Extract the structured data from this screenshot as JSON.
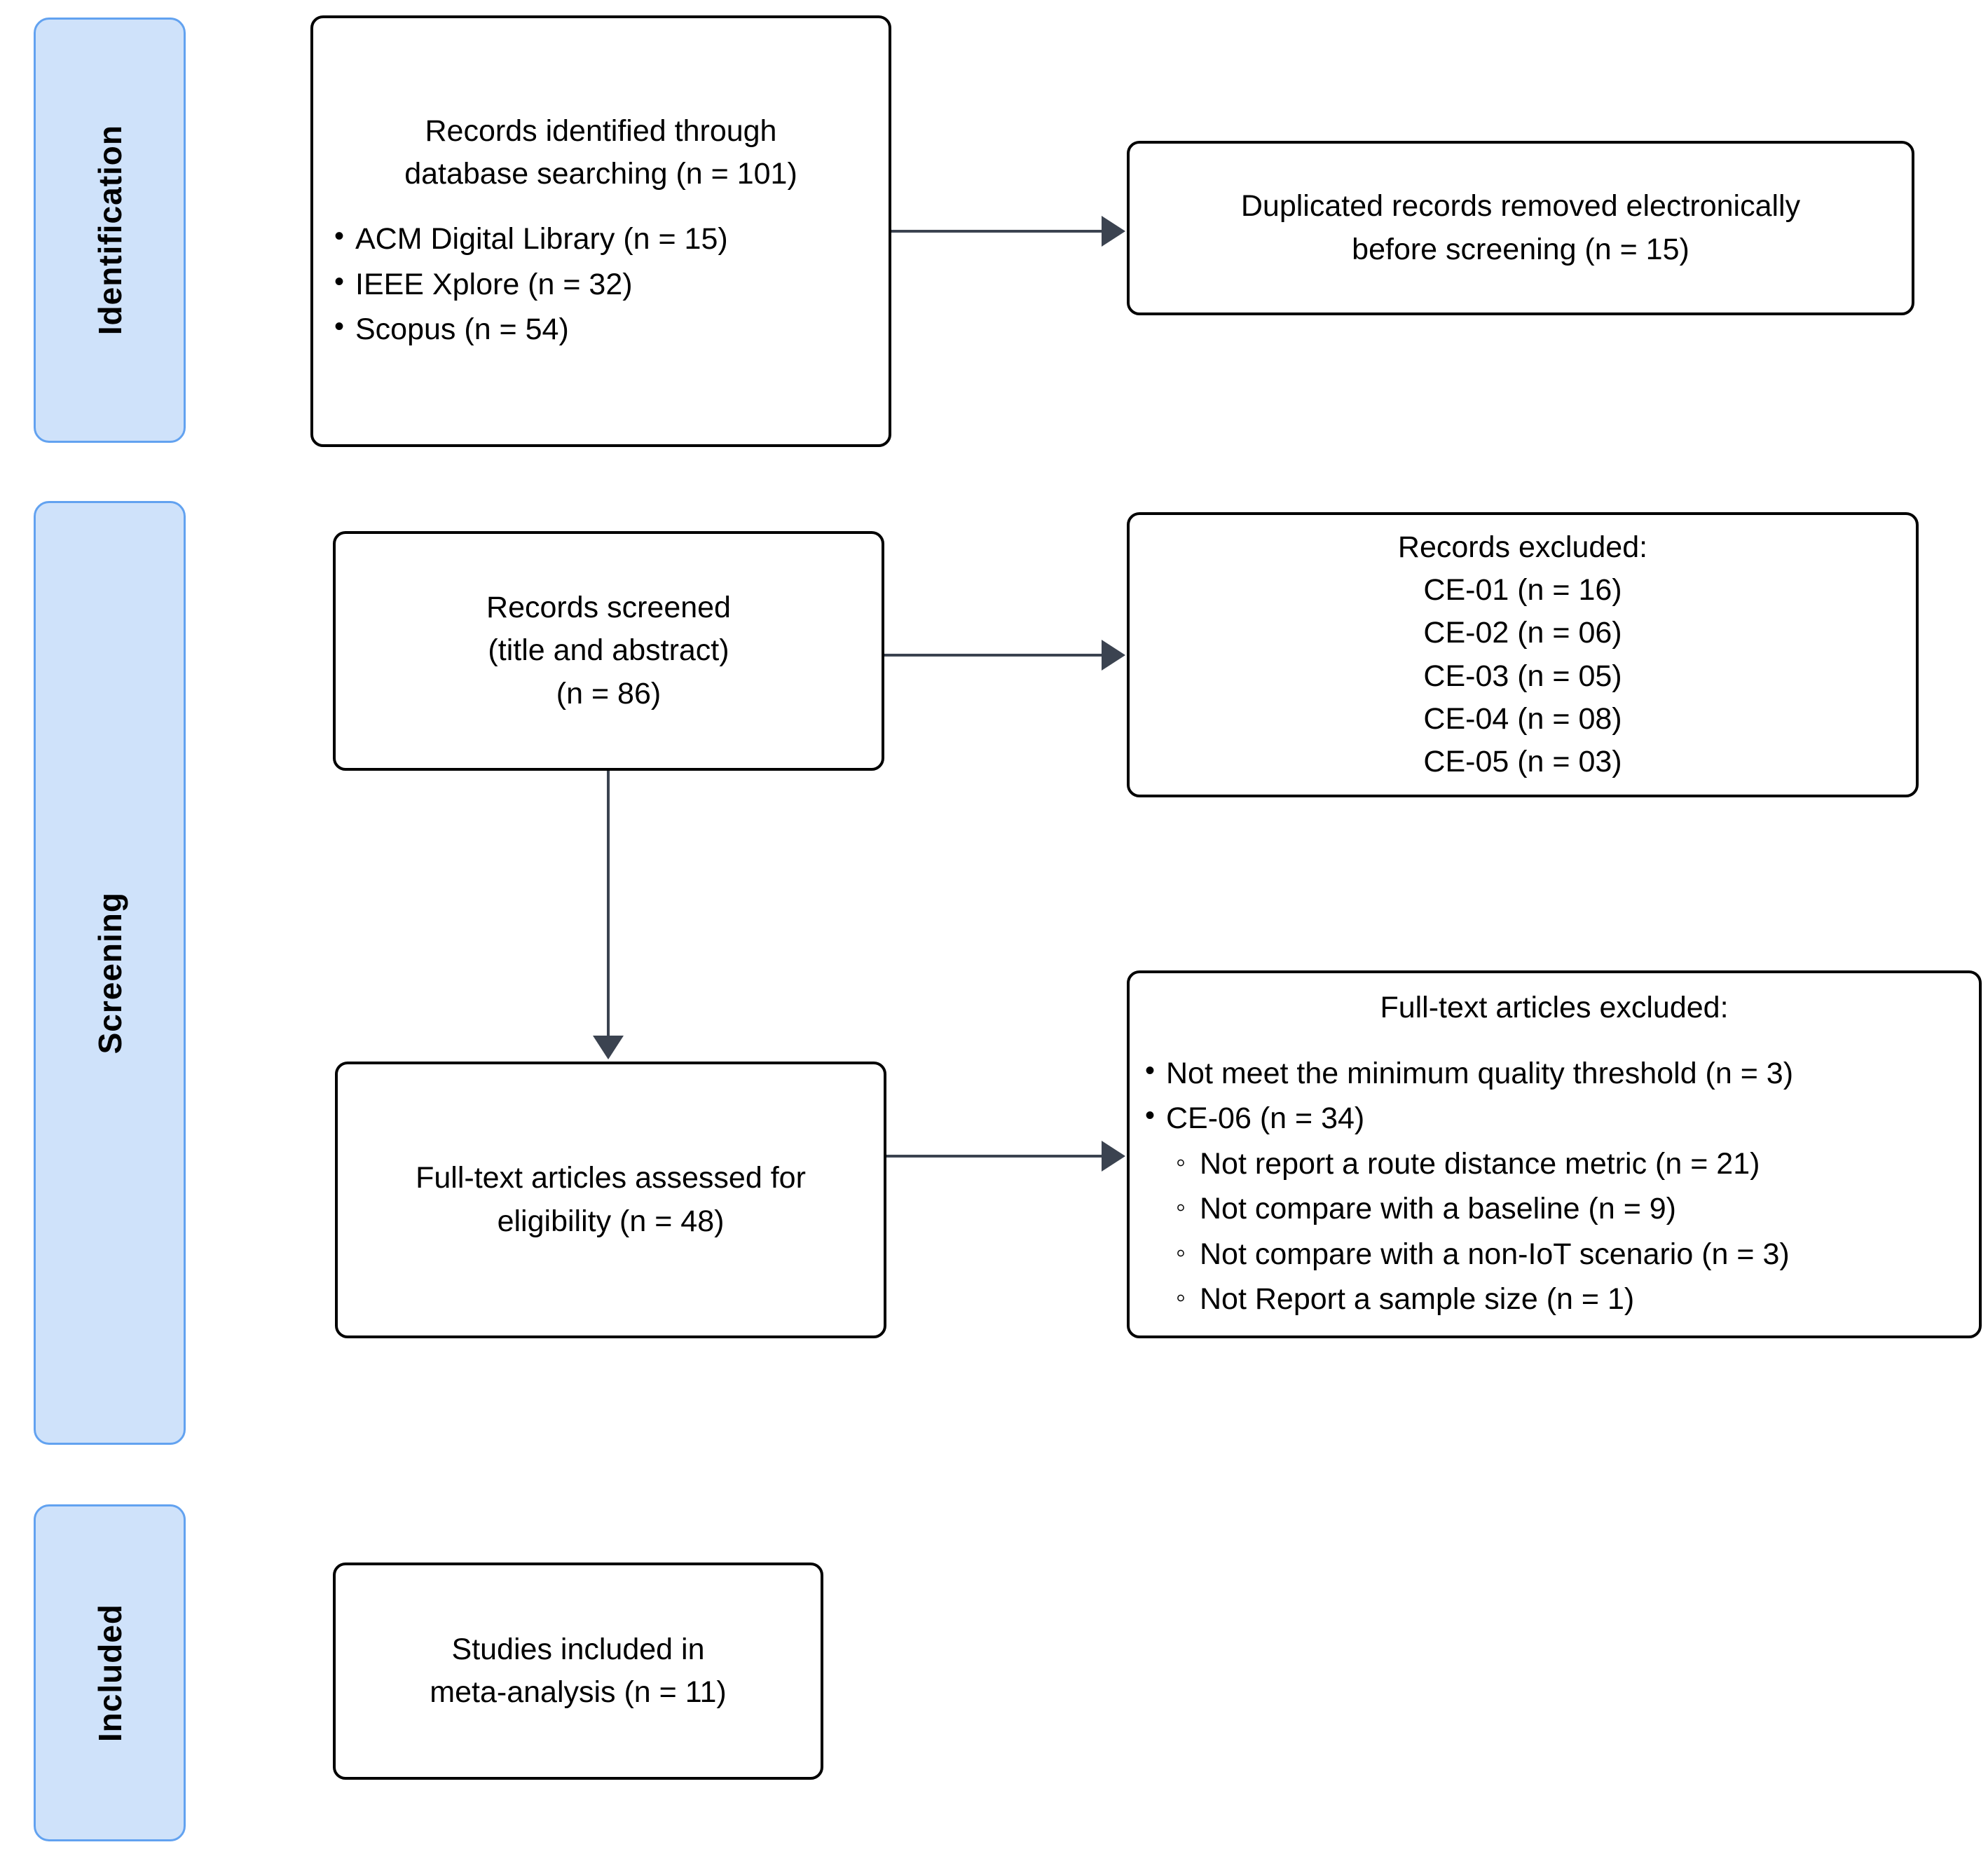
{
  "diagram": {
    "title": "PRISMA flow diagram",
    "accent_blue_fill": "#cfe2fa",
    "accent_blue_border": "#62a2f0",
    "connector_color": "#3b4350",
    "box_border_color": "#000000"
  },
  "stages": [
    {
      "id": "identification",
      "label": "Identification"
    },
    {
      "id": "screening",
      "label": "Screening"
    },
    {
      "id": "included",
      "label": "Included"
    }
  ],
  "boxes": {
    "records_identified": {
      "head_line1": "Records identified through",
      "head_line2": "database searching (n = 101)",
      "sources": [
        "ACM Digital Library (n = 15)",
        "IEEE Xplore (n = 32)",
        "Scopus (n = 54)"
      ]
    },
    "duplicates_removed": {
      "line1": "Duplicated records removed electronically",
      "line2": "before screening (n = 15)"
    },
    "records_screened": {
      "line1": "Records screened",
      "line2": "(title and abstract)",
      "line3": "(n = 86)"
    },
    "records_excluded": {
      "head": "Records excluded:",
      "items": [
        "CE-01 (n = 16)",
        "CE-02 (n = 06)",
        "CE-03 (n = 05)",
        "CE-04 (n = 08)",
        "CE-05 (n = 03)"
      ]
    },
    "fulltext_assessed": {
      "line1": "Full-text articles assessed for",
      "line2": "eligibility (n = 48)"
    },
    "fulltext_excluded": {
      "head": "Full-text articles excluded:",
      "bullet1": "Not meet the minimum quality threshold (n = 3)",
      "bullet2": "CE-06 (n = 34)",
      "subitems": [
        "Not report a route distance metric (n = 21)",
        "Not compare with a baseline (n = 9)",
        "Not compare with a non-IoT scenario (n = 3)",
        "Not Report a sample size (n = 1)"
      ]
    },
    "studies_included": {
      "line1": "Studies included in",
      "line2": "meta-analysis (n = 11)"
    }
  },
  "chart_data": {
    "type": "diagram",
    "title": "PRISMA flow diagram",
    "nodes": [
      {
        "id": "records_identified",
        "stage": "Identification",
        "n": 101,
        "breakdown": {
          "ACM Digital Library": 15,
          "IEEE Xplore": 32,
          "Scopus": 54
        }
      },
      {
        "id": "duplicates_removed",
        "stage": "Identification",
        "n": 15
      },
      {
        "id": "records_screened",
        "stage": "Screening",
        "n": 86
      },
      {
        "id": "records_excluded",
        "stage": "Screening",
        "breakdown": {
          "CE-01": 16,
          "CE-02": 6,
          "CE-03": 5,
          "CE-04": 8,
          "CE-05": 3
        }
      },
      {
        "id": "fulltext_assessed",
        "stage": "Screening",
        "n": 48
      },
      {
        "id": "fulltext_excluded",
        "stage": "Screening",
        "breakdown": {
          "Not meet the minimum quality threshold": 3,
          "CE-06": 34,
          "Not report a route distance metric": 21,
          "Not compare with a baseline": 9,
          "Not compare with a non-IoT scenario": 3,
          "Not Report a sample size": 1
        }
      },
      {
        "id": "studies_included",
        "stage": "Included",
        "n": 11
      }
    ],
    "edges": [
      {
        "from": "records_identified",
        "to": "duplicates_removed"
      },
      {
        "from": "records_screened",
        "to": "records_excluded"
      },
      {
        "from": "records_screened",
        "to": "fulltext_assessed"
      },
      {
        "from": "fulltext_assessed",
        "to": "fulltext_excluded"
      }
    ]
  }
}
